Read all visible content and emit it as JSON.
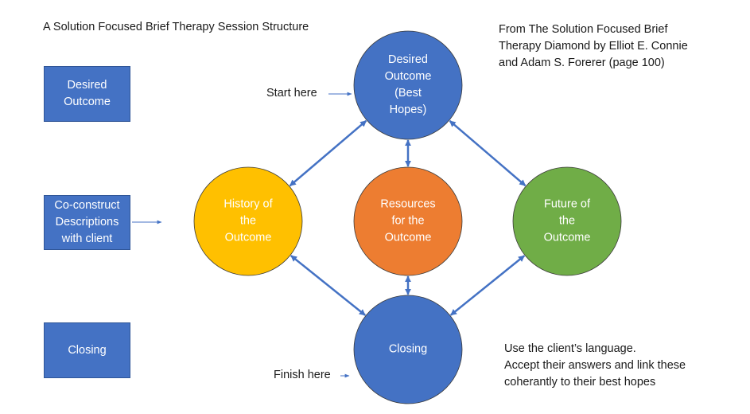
{
  "title": "A Solution Focused Brief Therapy Session Structure",
  "source_note": [
    "From The Solution Focused Brief",
    "Therapy Diamond by Elliot E. Connie",
    "and Adam S. Forerer (page 100)"
  ],
  "guidance_note": [
    "Use the client’s language.",
    "Accept their answers and link these",
    "coherantly to their best hopes"
  ],
  "stage_boxes": [
    {
      "lines": [
        "Desired",
        "Outcome"
      ]
    },
    {
      "lines": [
        "Co-construct",
        "Descriptions",
        "with client"
      ]
    },
    {
      "lines": [
        "Closing"
      ]
    }
  ],
  "pointers": {
    "start": "Start here",
    "finish": "Finish here"
  },
  "nodes": [
    {
      "id": "desired",
      "lines": [
        "Desired",
        "Outcome",
        "(Best",
        "Hopes)"
      ],
      "color": "#4472c4"
    },
    {
      "id": "history",
      "lines": [
        "History of",
        "the",
        "Outcome"
      ],
      "color": "#ffc000"
    },
    {
      "id": "resources",
      "lines": [
        "Resources",
        "for the",
        "Outcome"
      ],
      "color": "#ed7d31"
    },
    {
      "id": "future",
      "lines": [
        "Future of",
        "the",
        "Outcome"
      ],
      "color": "#70ad47"
    },
    {
      "id": "closing",
      "lines": [
        "Closing"
      ],
      "color": "#4472c4"
    }
  ],
  "edges": [
    {
      "from": "desired",
      "to": "history",
      "type": "bidirectional"
    },
    {
      "from": "desired",
      "to": "resources",
      "type": "bidirectional"
    },
    {
      "from": "desired",
      "to": "future",
      "type": "bidirectional"
    },
    {
      "from": "history",
      "to": "closing",
      "type": "bidirectional"
    },
    {
      "from": "resources",
      "to": "closing",
      "type": "bidirectional"
    },
    {
      "from": "future",
      "to": "closing",
      "type": "bidirectional"
    }
  ],
  "colors": {
    "arrow": "#4472c4",
    "box_fill": "#4472c4",
    "text_on_shape": "#ffffff"
  }
}
